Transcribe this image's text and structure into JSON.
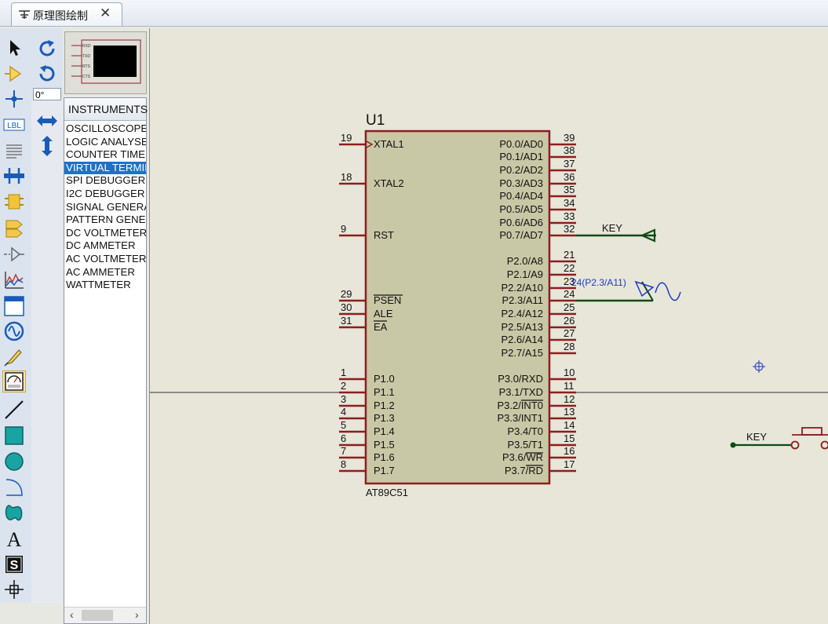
{
  "tab": {
    "label": "原理图绘制",
    "close": "✕"
  },
  "toolbar": {
    "tools": [
      "selection-mode",
      "component-mode",
      "junction-dot-mode",
      "wire-label-mode",
      "text-script-mode",
      "buses-mode",
      "subcircuit-mode",
      "terminals-mode",
      "device-pins-mode",
      "graph-mode",
      "tape-recorder-mode",
      "generator-mode",
      "voltage-probe-mode",
      "virtual-instruments-mode",
      "2d-line-mode",
      "2d-box-mode",
      "2d-circle-mode",
      "2d-arc-mode",
      "2d-path-mode",
      "2d-text-mode",
      "2d-symbol-mode",
      "2d-markers-mode"
    ],
    "lbl_text": "LBL",
    "text_tool_glyph": "A",
    "symbol_tool_glyph": "S",
    "angle": "0°"
  },
  "preview": {
    "pins": [
      "RXD",
      "TXD",
      "RTS",
      "CTS"
    ]
  },
  "instruments": {
    "header": "INSTRUMENTS",
    "items": [
      "OSCILLOSCOPE",
      "LOGIC ANALYSER",
      "COUNTER TIMER",
      "VIRTUAL TERMINAL",
      "SPI DEBUGGER",
      "I2C DEBUGGER",
      "SIGNAL GENERATOR",
      "PATTERN GENERATOR",
      "DC VOLTMETER",
      "DC AMMETER",
      "AC VOLTMETER",
      "AC AMMETER",
      "WATTMETER"
    ],
    "selected_index": 3
  },
  "schematic": {
    "ref": "U1",
    "part": "AT89C51",
    "left_pins": [
      {
        "num": "19",
        "name": "XTAL1"
      },
      {
        "num": "18",
        "name": "XTAL2"
      },
      {
        "num": "9",
        "name": "RST"
      },
      {
        "num": "29",
        "name": "PSEN"
      },
      {
        "num": "30",
        "name": "ALE"
      },
      {
        "num": "31",
        "name": "EA"
      },
      {
        "num": "1",
        "name": "P1.0"
      },
      {
        "num": "2",
        "name": "P1.1"
      },
      {
        "num": "3",
        "name": "P1.2"
      },
      {
        "num": "4",
        "name": "P1.3"
      },
      {
        "num": "5",
        "name": "P1.4"
      },
      {
        "num": "6",
        "name": "P1.5"
      },
      {
        "num": "7",
        "name": "P1.6"
      },
      {
        "num": "8",
        "name": "P1.7"
      }
    ],
    "right_pins": [
      {
        "num": "39",
        "name": "P0.0/AD0"
      },
      {
        "num": "38",
        "name": "P0.1/AD1"
      },
      {
        "num": "37",
        "name": "P0.2/AD2"
      },
      {
        "num": "36",
        "name": "P0.3/AD3"
      },
      {
        "num": "35",
        "name": "P0.4/AD4"
      },
      {
        "num": "34",
        "name": "P0.5/AD5"
      },
      {
        "num": "33",
        "name": "P0.6/AD6"
      },
      {
        "num": "32",
        "name": "P0.7/AD7"
      },
      {
        "num": "21",
        "name": "P2.0/A8"
      },
      {
        "num": "22",
        "name": "P2.1/A9"
      },
      {
        "num": "23",
        "name": "P2.2/A10"
      },
      {
        "num": "24",
        "name": "P2.3/A11"
      },
      {
        "num": "25",
        "name": "P2.4/A12"
      },
      {
        "num": "26",
        "name": "P2.5/A13"
      },
      {
        "num": "27",
        "name": "P2.6/A14"
      },
      {
        "num": "28",
        "name": "P2.7/A15"
      },
      {
        "num": "10",
        "name": "P3.0/RXD"
      },
      {
        "num": "11",
        "name": "P3.1/TXD"
      },
      {
        "num": "12",
        "name": "P3.2/INT0"
      },
      {
        "num": "13",
        "name": "P3.3/INT1"
      },
      {
        "num": "14",
        "name": "P3.4/T0"
      },
      {
        "num": "15",
        "name": "P3.5/T1"
      },
      {
        "num": "16",
        "name": "P3.6/WR"
      },
      {
        "num": "17",
        "name": "P3.7/RD"
      }
    ],
    "net_label_key": "KEY",
    "probe_label": "(P2.3/A11)",
    "button_label": "KEY",
    "colors": {
      "wire": "#8b1f1f",
      "body": "#c9c8a6",
      "green": "#104a14",
      "probe": "#1d39c4",
      "text": "#111111"
    }
  }
}
